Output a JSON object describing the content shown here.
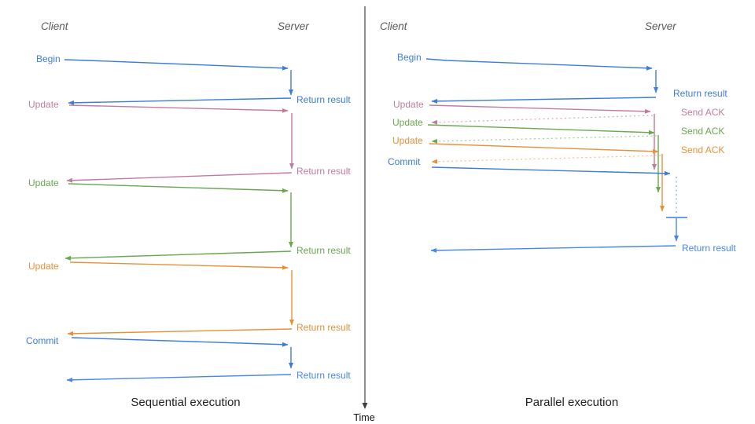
{
  "colors": {
    "blue": "#3d7cd9",
    "blue_bright": "#4a86e8",
    "pink": "#c27ba0",
    "green": "#6aa84f",
    "orange": "#e69138",
    "dotted_pink": "#dcabc8",
    "dotted_green": "#a5d096",
    "dotted_orange": "#f5c48e",
    "dotted_blue": "#88aef0",
    "header_gray": "#595959",
    "axis": "#3f3f3f"
  },
  "timeline": {
    "time_label": "Time"
  },
  "left_panel": {
    "client_header": "Client",
    "server_header": "Server",
    "caption": "Sequential execution",
    "messages": [
      {
        "label": "Begin",
        "response": "Return result",
        "color": "blue"
      },
      {
        "label": "Update",
        "response": "Return result",
        "color": "pink"
      },
      {
        "label": "Update",
        "response": "Return result",
        "color": "green"
      },
      {
        "label": "Update",
        "response": "Return result",
        "color": "orange"
      },
      {
        "label": "Commit",
        "response": "Return result",
        "color": "blue"
      }
    ]
  },
  "right_panel": {
    "client_header": "Client",
    "server_header": "Server",
    "caption": "Parallel execution",
    "messages": [
      {
        "label": "Begin",
        "response": "Return result",
        "color": "blue"
      },
      {
        "label": "Update",
        "response": "Send ACK",
        "color": "pink"
      },
      {
        "label": "Update",
        "response": "Send ACK",
        "color": "green"
      },
      {
        "label": "Update",
        "response": "Send ACK",
        "color": "orange"
      },
      {
        "label": "Commit",
        "response": "Return result",
        "color": "blue"
      }
    ]
  }
}
